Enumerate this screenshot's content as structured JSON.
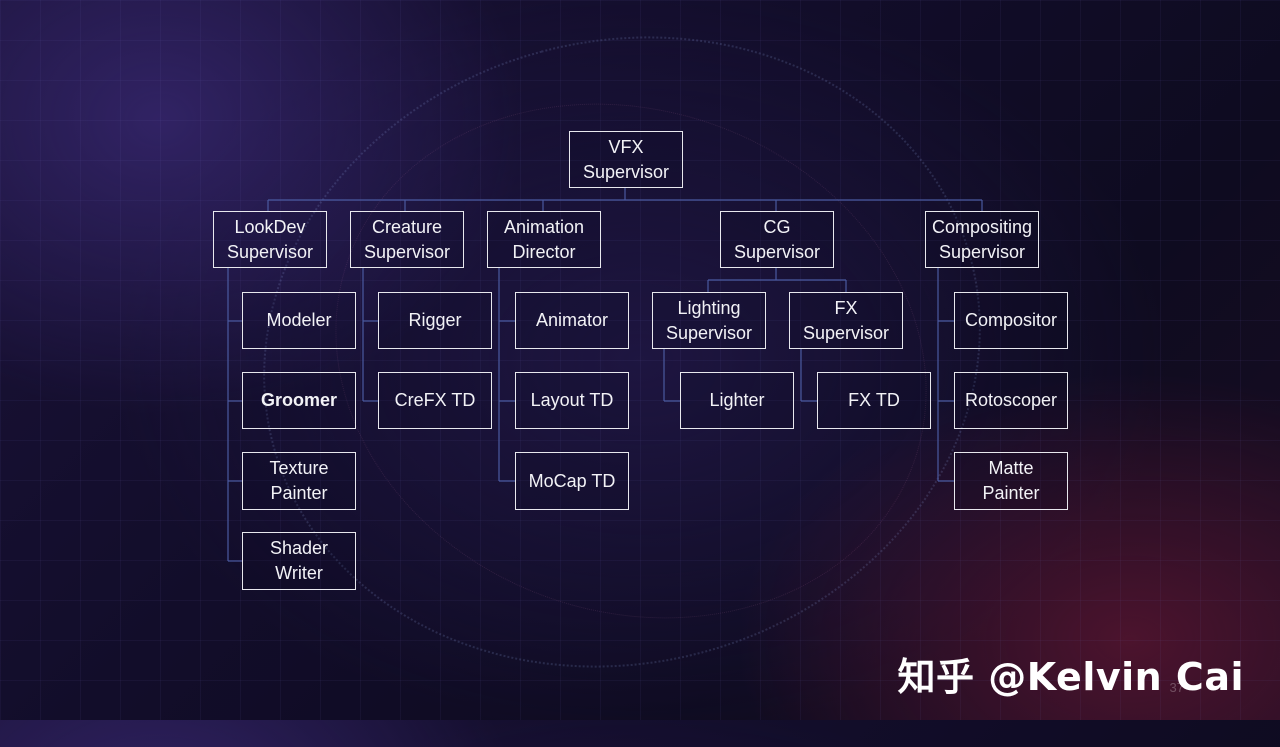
{
  "root": {
    "label": "VFX\nSupervisor"
  },
  "supervisors": [
    {
      "id": "lookdev",
      "label": "LookDev\nSupervisor"
    },
    {
      "id": "creature",
      "label": "Creature\nSupervisor"
    },
    {
      "id": "animation",
      "label": "Animation\nDirector"
    },
    {
      "id": "cg",
      "label": "CG\nSupervisor"
    },
    {
      "id": "compositing",
      "label": "Compositing\nSupervisor"
    }
  ],
  "subsupervisors": [
    {
      "id": "lighting",
      "label": "Lighting\nSupervisor"
    },
    {
      "id": "fx",
      "label": "FX\nSupervisor"
    }
  ],
  "roles": {
    "lookdev": [
      "Modeler",
      "Groomer",
      "Texture\nPainter",
      "Shader\nWriter"
    ],
    "creature": [
      "Rigger",
      "CreFX TD"
    ],
    "animation": [
      "Animator",
      "Layout TD",
      "MoCap TD"
    ],
    "lighting": [
      "Lighter"
    ],
    "fx": [
      "FX TD"
    ],
    "compositing": [
      "Compositor",
      "Rotoscoper",
      "Matte\nPainter"
    ]
  },
  "watermark": "知乎 @Kelvin Cai",
  "page_number": "37",
  "colors": {
    "line": "#4a5aa0",
    "box_border": "#e8e8ee",
    "text": "#f2f2f6"
  }
}
